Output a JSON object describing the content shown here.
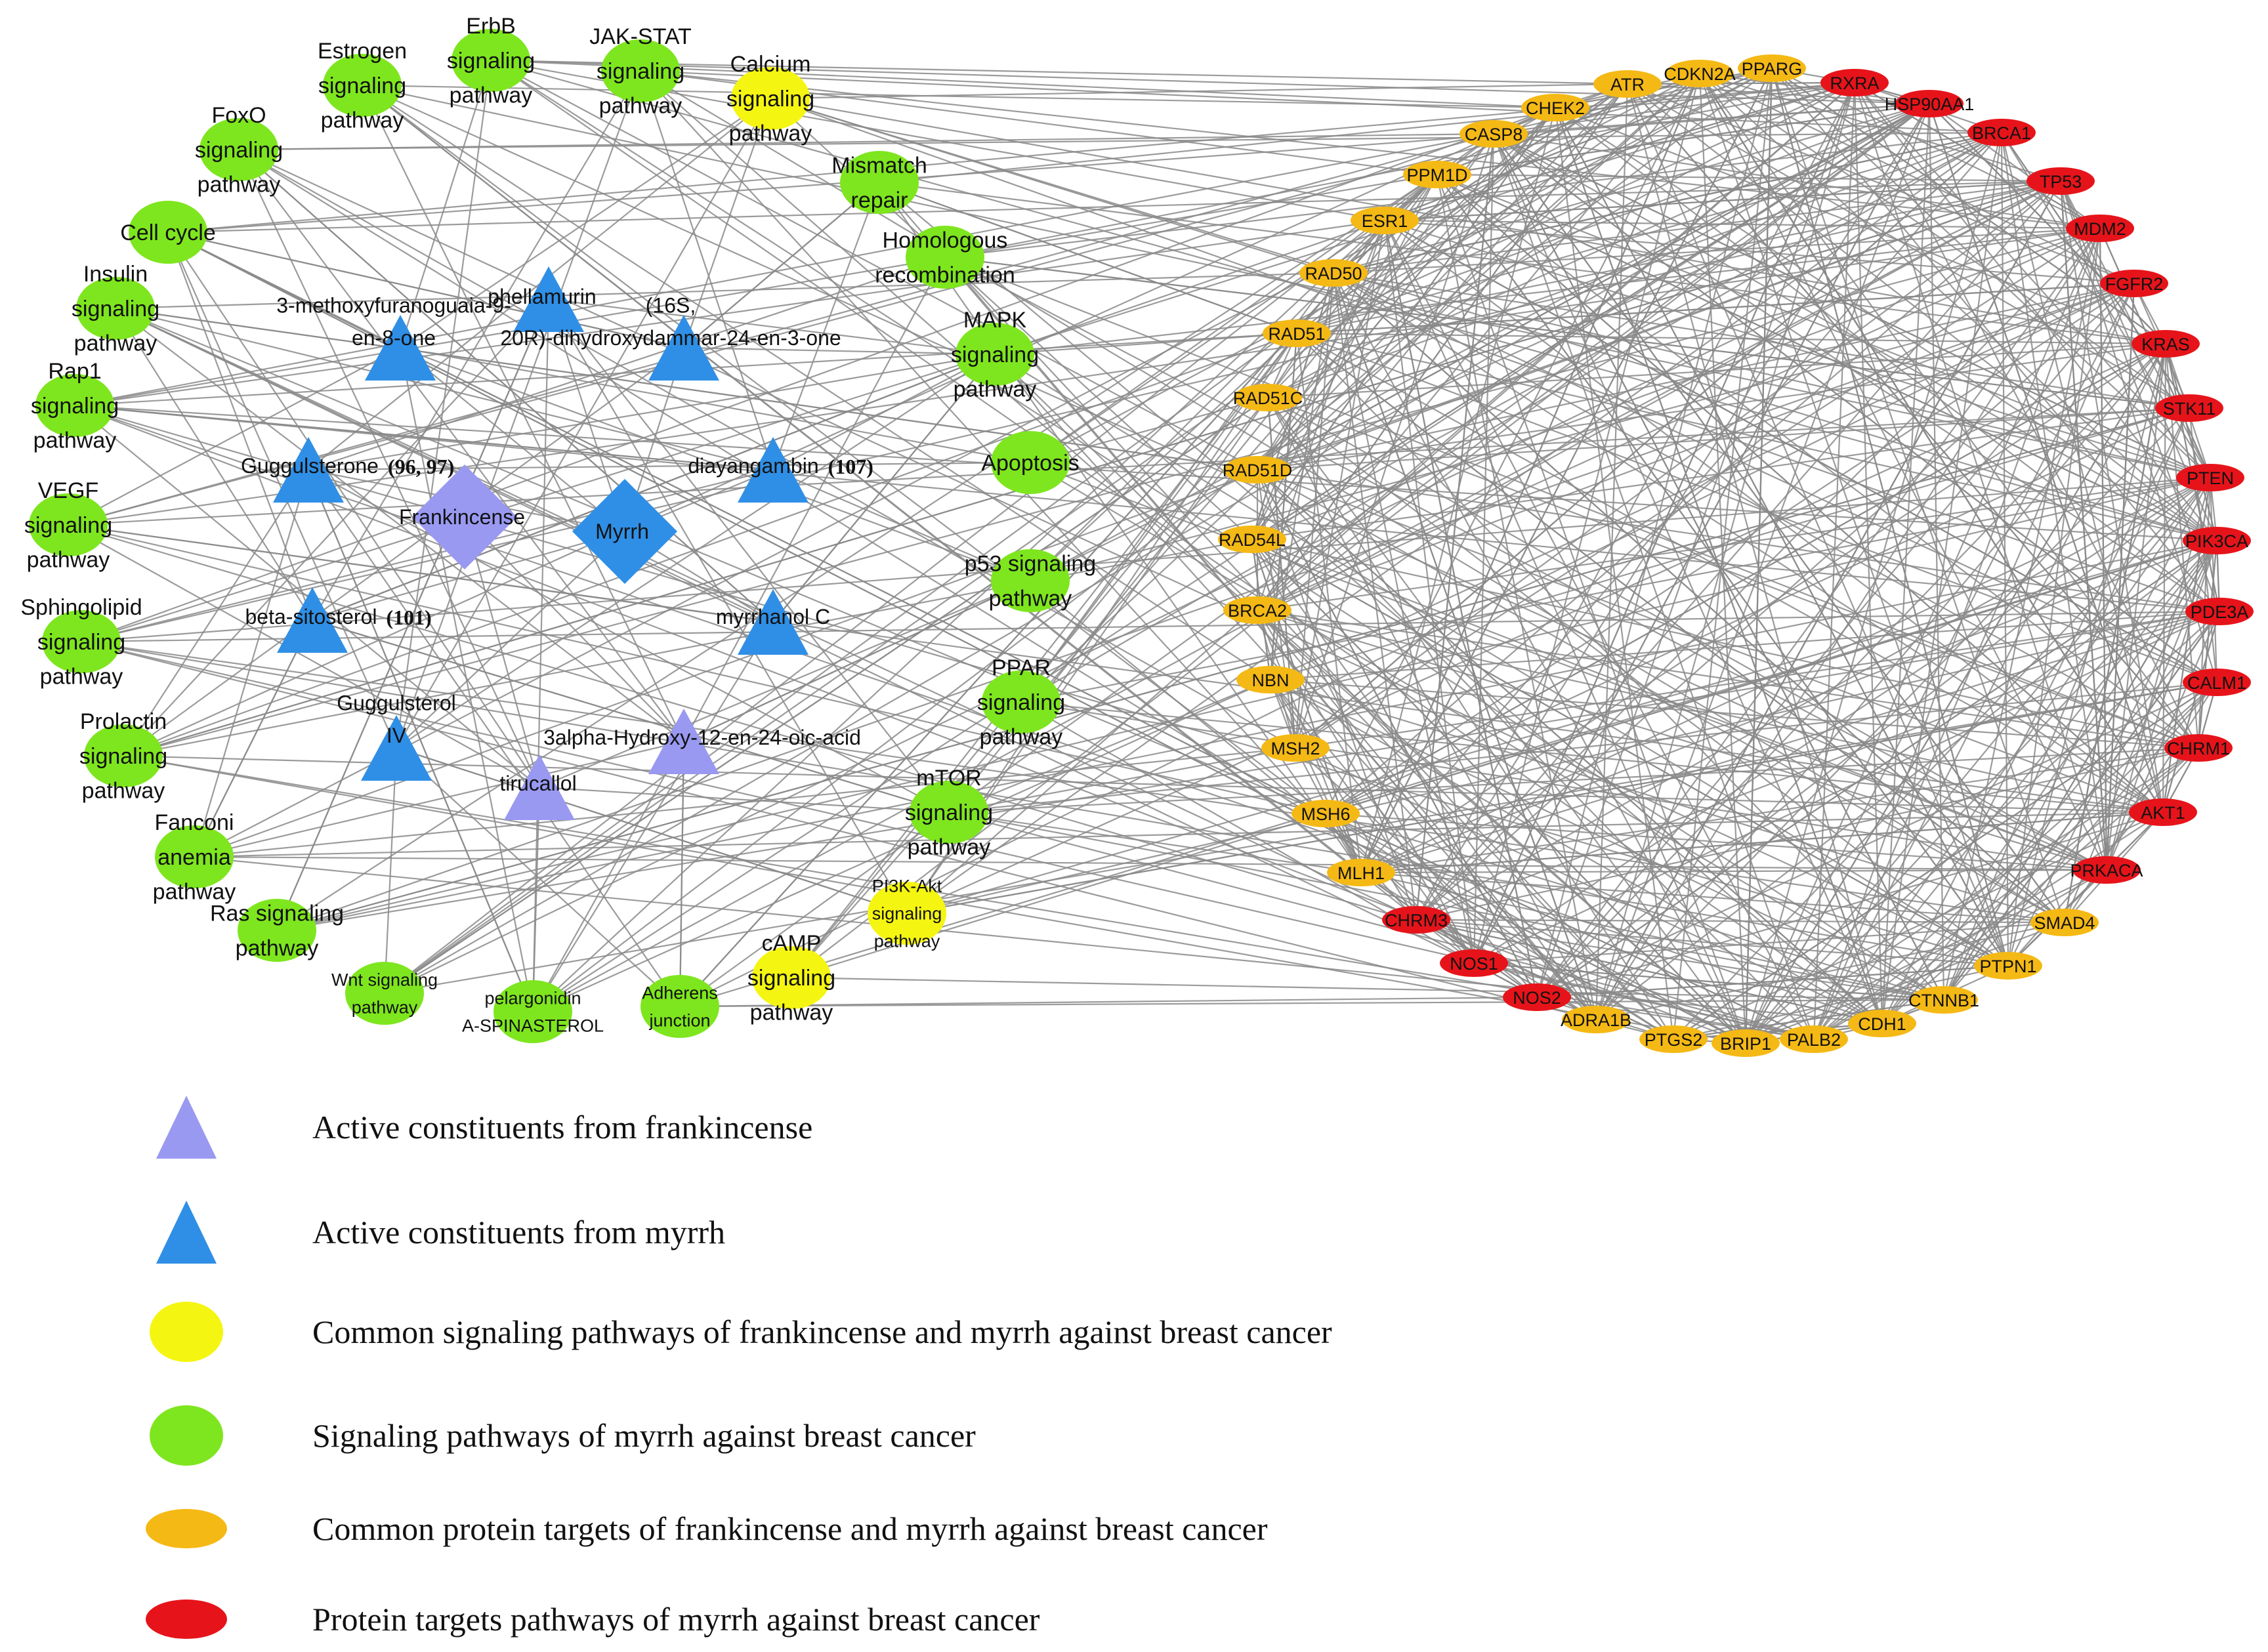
{
  "colors": {
    "frankincense_constituent": "#9999f2",
    "myrrh_constituent": "#2f8fe6",
    "common_pathway": "#f5f512",
    "myrrh_pathway": "#7ee61e",
    "common_target": "#f5b915",
    "myrrh_target": "#e6141a",
    "edge": "#8a8a8a"
  },
  "hubs": [
    {
      "id": "frankincense",
      "label": "Frankincense",
      "type": "frankincense_hub"
    },
    {
      "id": "myrrh",
      "label": "Myrrh",
      "type": "myrrh_hub"
    }
  ],
  "constituents": [
    {
      "id": "phellamurin",
      "label": "phellamurin",
      "type": "myrrh_constituent"
    },
    {
      "id": "methoxyfurano",
      "label": "3-methoxyfuranoguaia-9-\nen-8-one",
      "type": "myrrh_constituent"
    },
    {
      "id": "dihydroxydammar",
      "label": "(16S,\n20R)-dihydroxydammar-24-en-3-one",
      "type": "myrrh_constituent"
    },
    {
      "id": "guggulsterone",
      "label": "Guggulsterone",
      "ref": "(96, 97)",
      "type": "myrrh_constituent"
    },
    {
      "id": "diayangambin",
      "label": "diayangambin",
      "ref": "(107)",
      "type": "myrrh_constituent"
    },
    {
      "id": "betasitosterol",
      "label": "beta-sitosterol",
      "ref": "(101)",
      "type": "myrrh_constituent"
    },
    {
      "id": "myrrhanol",
      "label": "myrrhanol C",
      "type": "myrrh_constituent"
    },
    {
      "id": "guggulsterol",
      "label": "Guggulsterol\nIV",
      "type": "myrrh_constituent"
    },
    {
      "id": "hydroxyoic",
      "label": "3alpha-Hydroxy-12-en-24-oic-acid",
      "type": "frankincense_constituent"
    },
    {
      "id": "tirucallol",
      "label": "tirucallol",
      "type": "frankincense_constituent"
    }
  ],
  "pathways": [
    {
      "id": "estrogen",
      "label": "Estrogen\nsignaling\npathway",
      "type": "myrrh_pathway"
    },
    {
      "id": "erbb",
      "label": "ErbB\nsignaling\npathway",
      "type": "myrrh_pathway"
    },
    {
      "id": "jakstat",
      "label": "JAK-STAT\nsignaling\npathway",
      "type": "myrrh_pathway"
    },
    {
      "id": "calcium",
      "label": "Calcium\nsignaling\npathway",
      "type": "common_pathway"
    },
    {
      "id": "foxo",
      "label": "FoxO\nsignaling\npathway",
      "type": "myrrh_pathway"
    },
    {
      "id": "mismatch",
      "label": "Mismatch\nrepair",
      "type": "myrrh_pathway"
    },
    {
      "id": "cellcycle",
      "label": "Cell cycle",
      "type": "myrrh_pathway"
    },
    {
      "id": "homologous",
      "label": "Homologous\nrecombination",
      "type": "myrrh_pathway"
    },
    {
      "id": "insulin",
      "label": "Insulin\nsignaling\npathway",
      "type": "myrrh_pathway"
    },
    {
      "id": "mapk",
      "label": "MAPK\nsignaling\npathway",
      "type": "myrrh_pathway"
    },
    {
      "id": "rap1",
      "label": "Rap1\nsignaling\npathway",
      "type": "myrrh_pathway"
    },
    {
      "id": "apoptosis",
      "label": "Apoptosis",
      "type": "myrrh_pathway"
    },
    {
      "id": "vegf",
      "label": "VEGF\nsignaling\npathway",
      "type": "myrrh_pathway"
    },
    {
      "id": "p53",
      "label": "p53 signaling\npathway",
      "type": "myrrh_pathway"
    },
    {
      "id": "sphingolipid",
      "label": "Sphingolipid\nsignaling\npathway",
      "type": "myrrh_pathway"
    },
    {
      "id": "ppar",
      "label": "PPAR\nsignaling\npathway",
      "type": "myrrh_pathway"
    },
    {
      "id": "prolactin",
      "label": "Prolactin\nsignaling\npathway",
      "type": "myrrh_pathway"
    },
    {
      "id": "mtor",
      "label": "mTOR\nsignaling\npathway",
      "type": "myrrh_pathway"
    },
    {
      "id": "fanconi",
      "label": "Fanconi\nanemia\npathway",
      "type": "myrrh_pathway"
    },
    {
      "id": "pi3k",
      "label": "PI3K-Akt\nsignaling\npathway",
      "type": "common_pathway"
    },
    {
      "id": "ras",
      "label": "Ras signaling\npathway",
      "type": "myrrh_pathway"
    },
    {
      "id": "camp",
      "label": "cAMP\nsignaling\npathway",
      "type": "common_pathway"
    },
    {
      "id": "wnt",
      "label": "Wnt signaling\npathway",
      "type": "myrrh_pathway"
    },
    {
      "id": "pelargonidin",
      "label": "pelargonidin\nA-SPINASTEROL",
      "type": "myrrh_pathway"
    },
    {
      "id": "adherens",
      "label": "Adherens\njunction",
      "type": "myrrh_pathway"
    }
  ],
  "targets": [
    {
      "label": "ATR",
      "type": "common_target"
    },
    {
      "label": "CDKN2A",
      "type": "common_target"
    },
    {
      "label": "PPARG",
      "type": "common_target"
    },
    {
      "label": "RXRA",
      "type": "myrrh_target"
    },
    {
      "label": "HSP90AA1",
      "type": "myrrh_target"
    },
    {
      "label": "BRCA1",
      "type": "myrrh_target"
    },
    {
      "label": "TP53",
      "type": "myrrh_target"
    },
    {
      "label": "MDM2",
      "type": "myrrh_target"
    },
    {
      "label": "FGFR2",
      "type": "myrrh_target"
    },
    {
      "label": "KRAS",
      "type": "myrrh_target"
    },
    {
      "label": "STK11",
      "type": "myrrh_target"
    },
    {
      "label": "PTEN",
      "type": "myrrh_target"
    },
    {
      "label": "PIK3CA",
      "type": "myrrh_target"
    },
    {
      "label": "PDE3A",
      "type": "myrrh_target"
    },
    {
      "label": "CALM1",
      "type": "myrrh_target"
    },
    {
      "label": "CHRM1",
      "type": "myrrh_target"
    },
    {
      "label": "AKT1",
      "type": "myrrh_target"
    },
    {
      "label": "PRKACA",
      "type": "myrrh_target"
    },
    {
      "label": "SMAD4",
      "type": "common_target"
    },
    {
      "label": "PTPN1",
      "type": "common_target"
    },
    {
      "label": "CTNNB1",
      "type": "common_target"
    },
    {
      "label": "CDH1",
      "type": "common_target"
    },
    {
      "label": "PALB2",
      "type": "common_target"
    },
    {
      "label": "BRIP1",
      "type": "common_target"
    },
    {
      "label": "PTGS2",
      "type": "common_target"
    },
    {
      "label": "ADRA1B",
      "type": "common_target"
    },
    {
      "label": "NOS2",
      "type": "myrrh_target"
    },
    {
      "label": "NOS1",
      "type": "myrrh_target"
    },
    {
      "label": "CHRM3",
      "type": "myrrh_target"
    },
    {
      "label": "MLH1",
      "type": "common_target"
    },
    {
      "label": "MSH6",
      "type": "common_target"
    },
    {
      "label": "MSH2",
      "type": "common_target"
    },
    {
      "label": "NBN",
      "type": "common_target"
    },
    {
      "label": "BRCA2",
      "type": "common_target"
    },
    {
      "label": "RAD54L",
      "type": "common_target"
    },
    {
      "label": "RAD51D",
      "type": "common_target"
    },
    {
      "label": "RAD51C",
      "type": "common_target"
    },
    {
      "label": "RAD51",
      "type": "common_target"
    },
    {
      "label": "RAD50",
      "type": "common_target"
    },
    {
      "label": "ESR1",
      "type": "common_target"
    },
    {
      "label": "PPM1D",
      "type": "common_target"
    },
    {
      "label": "CASP8",
      "type": "common_target"
    },
    {
      "label": "CHEK2",
      "type": "common_target"
    }
  ],
  "legend": [
    {
      "shape": "triangle",
      "color_key": "frankincense_constituent",
      "label": "Active constituents  from frankincense"
    },
    {
      "shape": "triangle",
      "color_key": "myrrh_constituent",
      "label": "Active constituents  from myrrh"
    },
    {
      "shape": "ellipse",
      "color_key": "common_pathway",
      "label": "Common signaling  pathways of frankincense  and myrrh against breast cancer"
    },
    {
      "shape": "ellipse",
      "color_key": "myrrh_pathway",
      "label": "Signaling  pathways of myrrh against breast cancer"
    },
    {
      "shape": "small_ellipse",
      "color_key": "common_target",
      "label": "Common protein targets of frankincense  and myrrh against breast cancer"
    },
    {
      "shape": "small_ellipse",
      "color_key": "myrrh_target",
      "label": "Protein targets pathways of myrrh against breast cancer"
    }
  ]
}
